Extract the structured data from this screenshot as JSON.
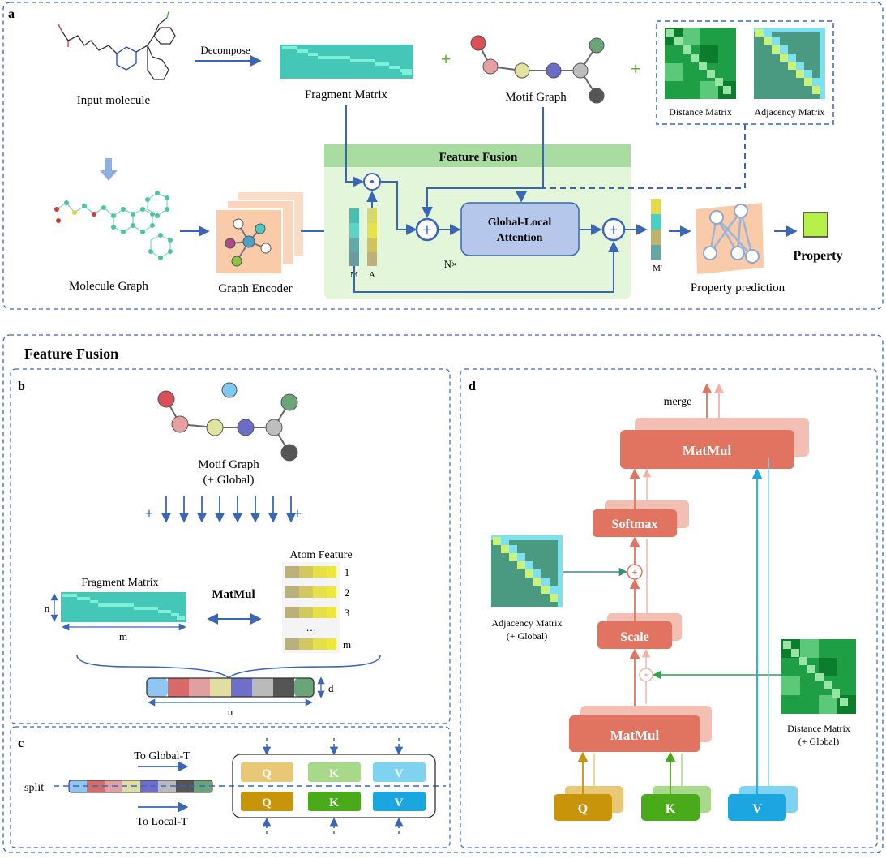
{
  "panel_a": {
    "label": "a",
    "decompose": "Decompose",
    "input_molecule": "Input molecule",
    "fragment_matrix": "Fragment Matrix",
    "motif_graph": "Motif Graph",
    "distance_matrix": "Distance Matrix",
    "adjacency_matrix": "Adjacency Matrix",
    "feature_fusion": "Feature Fusion",
    "global_local_attention_line1": "Global-Local",
    "global_local_attention_line2": "Attention",
    "repeat": "N×",
    "molecule_graph": "Molecule Graph",
    "graph_encoder": "Graph Encoder",
    "m_label": "M",
    "a_label": "A",
    "m_prime_label": "M'",
    "property_prediction": "Property prediction",
    "property": "Property"
  },
  "fusion_section": {
    "title": "Feature Fusion"
  },
  "panel_b": {
    "label": "b",
    "motif_graph_line1": "Motif Graph",
    "motif_graph_line2": "(+ Global)",
    "atom_feature": "Atom Feature",
    "fragment_matrix": "Fragment Matrix",
    "matmul": "MatMul",
    "n_label": "n",
    "m_label": "m",
    "d_label": "d",
    "n_bottom": "n",
    "rows": [
      "1",
      "2",
      "3",
      "…",
      "m"
    ]
  },
  "panel_c": {
    "label": "c",
    "to_global": "To Global-T",
    "to_local": "To Local-T",
    "split": "split",
    "q": "Q",
    "k": "K",
    "v": "V"
  },
  "panel_d": {
    "label": "d",
    "merge": "merge",
    "matmul_top": "MatMul",
    "softmax": "Softmax",
    "scale": "Scale",
    "matmul_bottom": "MatMul",
    "adjacency_line1": "Adjacency Matrix",
    "adjacency_line2": "(+ Global)",
    "distance_line1": "Distance Matrix",
    "distance_line2": "(+ Global)",
    "q": "Q",
    "k": "K",
    "v": "V"
  },
  "colors": {
    "arrow_blue": "#3a66b8",
    "dashed_frame": "#3a66b8",
    "fusion_green": "#a8dca0",
    "attention_box": "#b5c7ea",
    "salmon": "#e07461",
    "teal": "#44c7b6"
  }
}
